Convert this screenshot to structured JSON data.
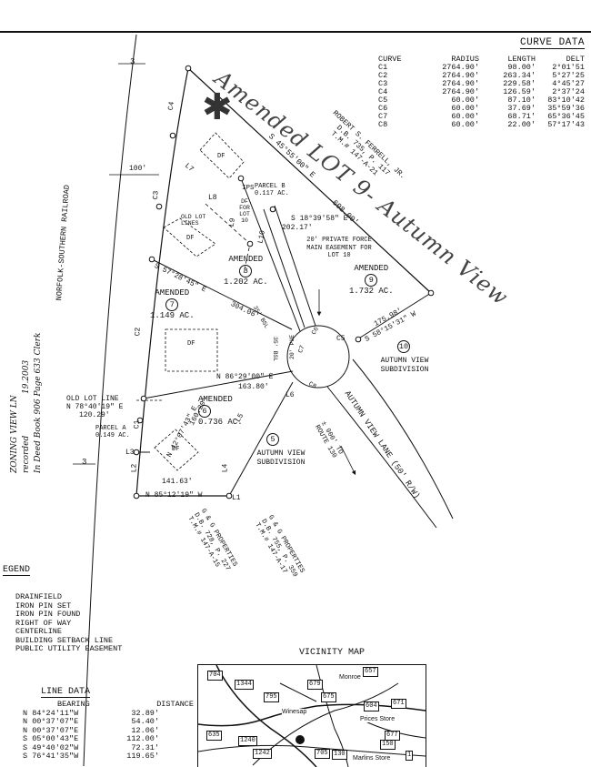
{
  "curve_data": {
    "title": "CURVE DATA",
    "headers": [
      "CURVE",
      "RADIUS",
      "LENGTH",
      "DELT"
    ],
    "rows": [
      [
        "C1",
        "2764.90'",
        "98.00'",
        "2°01'51"
      ],
      [
        "C2",
        "2764.90'",
        "263.34'",
        "5°27'25"
      ],
      [
        "C3",
        "2764.90'",
        "229.58'",
        "4°45'27"
      ],
      [
        "C4",
        "2764.90'",
        "126.59'",
        "2°37'24"
      ],
      [
        "C5",
        "60.00'",
        "87.10'",
        "83°10'42"
      ],
      [
        "C6",
        "60.00'",
        "37.69'",
        "35°59'36"
      ],
      [
        "C7",
        "60.00'",
        "68.71'",
        "65°36'45"
      ],
      [
        "C8",
        "60.00'",
        "22.00'",
        "57°17'43"
      ]
    ]
  },
  "handwriting": {
    "amended_note": "Amended LOT 9- Autumn View",
    "star": "✱"
  },
  "plat": {
    "railroad": "NORFOLK-SOUTHERN RAILROAD",
    "offset_100": "100'",
    "owner_name": "ROBERT S. FERRELL, JR.",
    "owner_db": "D.B. 735, P. 117",
    "owner_tm": "T.M.# 147-A-21",
    "bearing_top": "S 45°55'00\" E",
    "dist_top": "608.00'",
    "parcel_b": "PARCEL B",
    "parcel_b_area": "0.117 AC.",
    "ips": "IPS",
    "df_for_lot_10": "DF FOR LOT 10",
    "old_lot_lines": "OLD LOT LINES",
    "bearing_l10": "S 18°39'58\" E",
    "dist_l10": "202.17'",
    "easement": "20' PRIVATE FORCE MAIN EASEMENT FOR LOT 10",
    "amended": "AMENDED",
    "lot8": "8",
    "lot8_area": "1.202 AC.",
    "lot9": "9",
    "lot9_area": "1.732 AC.",
    "lot7": "7",
    "lot7_area": "1.149 AC.",
    "lot6": "6",
    "lot6_area": "0.736 AC.",
    "lot5": "5",
    "lot10": "10",
    "df": "DF",
    "bearing_78": "S 57°28'45\" E",
    "dist_78": "304.06'",
    "bsl_35": "35' BSL",
    "bearing_9_10": "S 58°15'31\" W",
    "dist_9_10": "175.98'",
    "bearing_67": "N 86°29'00\" E",
    "dist_67": "163.80'",
    "pue_20": "20' PUE",
    "bearing_56": "N 42°07'43\" E",
    "dist_56": "160.20'",
    "old_lot_line": "OLD LOT LINE",
    "bearing_old": "N 78°40'19\" E",
    "dist_old": "120.29'",
    "parcel_a": "PARCEL A",
    "parcel_a_area": "0.149 AC.",
    "bearing_bottom": "N 85°12'19\" W",
    "dist_bottom": "141.63'",
    "autumn_view_subdivision": "AUTUMN VIEW SUBDIVISION",
    "autumn_view_lane": "AUTUMN VIEW LANE (50' R/W)",
    "to_route": "± 900' TO ROUTE 130",
    "gg_1": "G & G PROPERTIES",
    "gg_1_db": "D.B. 728, P. 227",
    "gg_1_tm": "T.M.# 147-A-15",
    "gg_2": "G & G PROPERTIES",
    "gg_2_db": "D.B. 755, P. 359",
    "gg_2_tm": "T.M.# 147-A-17",
    "labels": [
      "C1",
      "C2",
      "C3",
      "C4",
      "C5",
      "C6",
      "C7",
      "C8",
      "L1",
      "L2",
      "L3",
      "L4",
      "L5",
      "L6",
      "L7",
      "L8",
      "L9",
      "L10"
    ],
    "marker_3": "3"
  },
  "recording": {
    "line1": "ZONING VIEW LN",
    "line2": "recorded",
    "line3": "In Deed Book",
    "book": "906",
    "page_label": "Page",
    "page": "633",
    "date": "19.2003",
    "clerk": "Clerk"
  },
  "legend": {
    "title": "EGEND",
    "items": [
      "DRAINFIELD",
      "IRON PIN SET",
      "IRON PIN FOUND",
      "RIGHT OF WAY",
      "CENTERLINE",
      "BUILDING SETBACK LINE",
      "PUBLIC UTILITY EASEMENT"
    ]
  },
  "line_data": {
    "title": "LINE DATA",
    "headers": [
      "BEARING",
      "DISTANCE"
    ],
    "rows": [
      [
        "N 84°24'11\"W",
        "32.89'"
      ],
      [
        "N 00°37'07\"E",
        "54.40'"
      ],
      [
        "N 00°37'07\"E",
        "12.06'"
      ],
      [
        "S 05°00'43\"E",
        "112.00'"
      ],
      [
        "S 49°40'02\"W",
        "72.31'"
      ],
      [
        "S 76°41'35\"W",
        "119.65'"
      ]
    ]
  },
  "vicinity": {
    "title": "VICINITY MAP",
    "routes": [
      "704",
      "1344",
      "795",
      "679",
      "675",
      "657",
      "604",
      "671",
      "1240",
      "705",
      "130",
      "677",
      "1242",
      "635",
      "150",
      "1"
    ],
    "places": [
      "Monroe",
      "Winesap",
      "Prices Store",
      "Marlins Store"
    ]
  }
}
